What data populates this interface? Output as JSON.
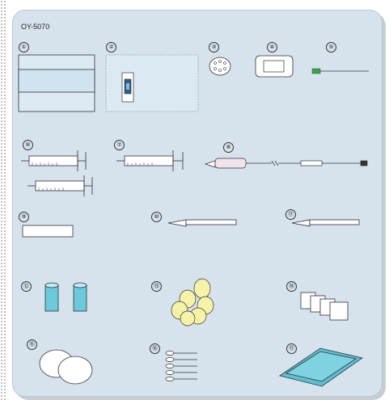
{
  "product_code": "OY-5070",
  "item_numbers": [
    "①",
    "②",
    "③",
    "④",
    "⑤",
    "⑥",
    "⑦",
    "⑧",
    "⑨",
    "⑩",
    "⑪",
    "⑫",
    "⑬",
    "⑭",
    "⑮",
    "⑯",
    "⑰"
  ],
  "colors": {
    "panel": "#d6e3ec",
    "item_fill": "#dbe9f2",
    "wrap_band": "#cfe4ef",
    "gauze_ball": "#f6f3a8",
    "tray": "#59c1d3",
    "tube": "#6cc9dc",
    "needle_hub": "#3aa24c"
  },
  "icons": [
    "drape-icon",
    "window-drape-icon",
    "eye-pad-icon",
    "dressing-icon",
    "needle-icon",
    "syringe-icon",
    "iv-set-icon",
    "label-icon",
    "scalpel-icon",
    "cup-icon",
    "gauze-ball-icon",
    "gauze-pad-icon",
    "cotton-pad-icon",
    "swab-icon",
    "tray-icon"
  ]
}
